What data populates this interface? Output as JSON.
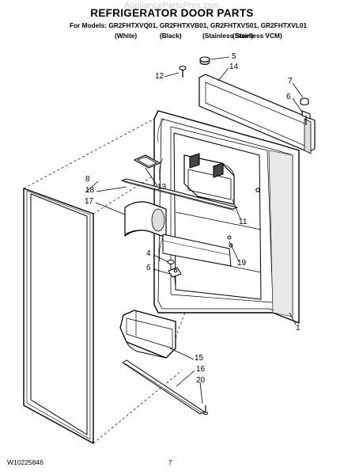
{
  "watermark": "AppliancePartsPros.com",
  "title": "REFRIGERATOR DOOR PARTS",
  "models_line": "For Models: GR2FHTXVQ01, GR2FHTXVB01, GR2FHTXVS01, GR2FHTXVL01",
  "variants": [
    "(White)",
    "(Black)",
    "(Stainless Steel)",
    "(Stainless VCM)"
  ],
  "callouts": [
    "5",
    "14",
    "12",
    "7",
    "6",
    "8",
    "13",
    "18",
    "17",
    "11",
    "4",
    "6",
    "19",
    "1",
    "15",
    "16",
    "20"
  ],
  "footer": {
    "doc_code": "W10225846",
    "page": "7"
  }
}
